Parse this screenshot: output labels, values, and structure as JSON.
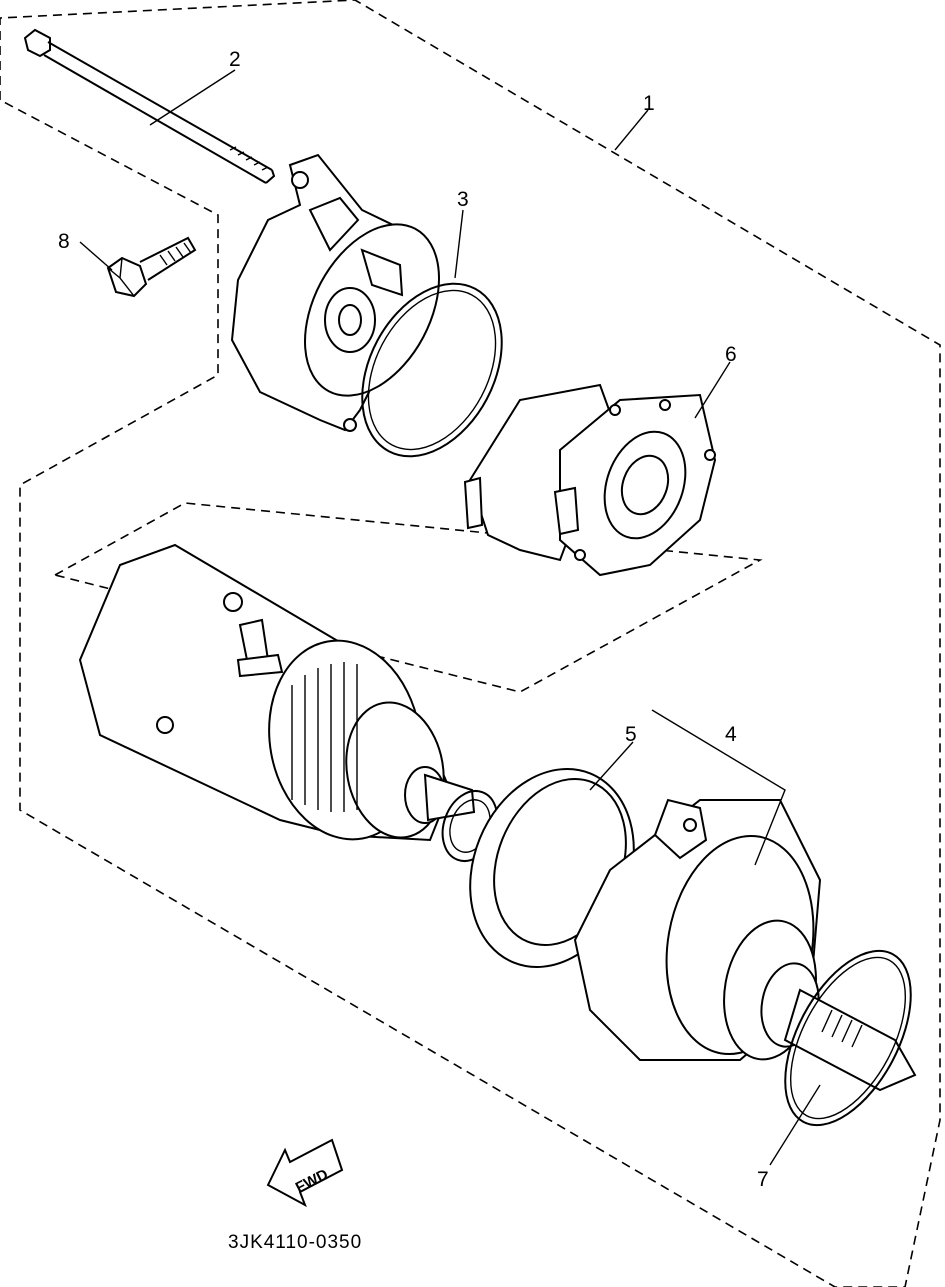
{
  "labels": {
    "l1": "1",
    "l2": "2",
    "l3": "3",
    "l4": "4",
    "l5": "5",
    "l6": "6",
    "l7": "7",
    "l8": "8"
  },
  "fwd_label": "FWD",
  "drawing_code": "3JK4110-0350"
}
